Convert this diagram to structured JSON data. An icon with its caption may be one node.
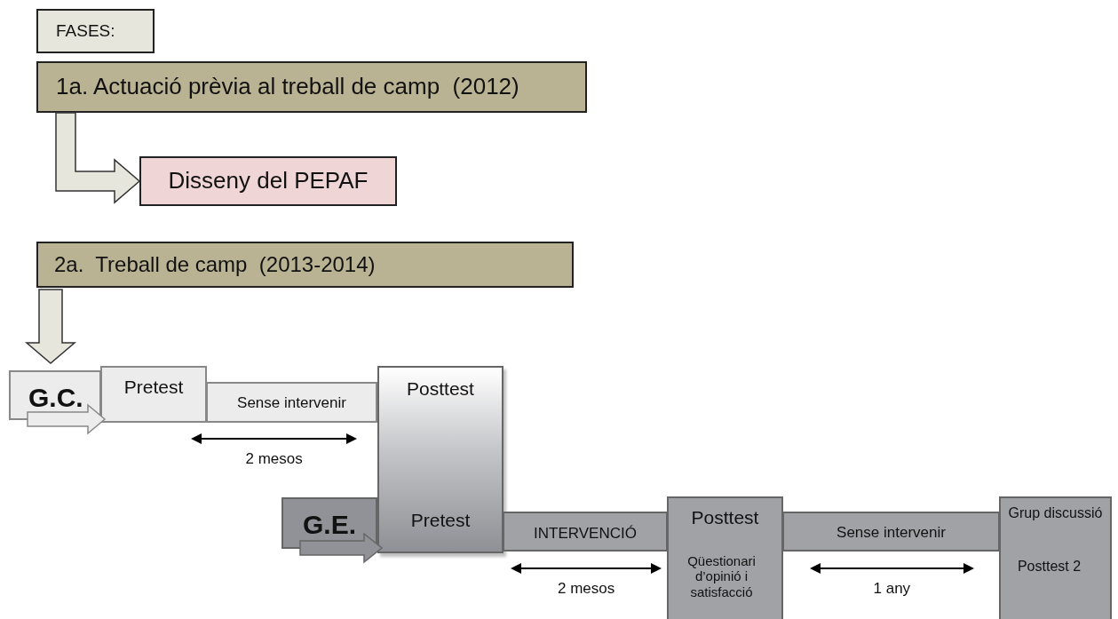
{
  "diagram": {
    "nodes": [
      {
        "text": [
          "FASES:"
        ]
      },
      {
        "text": [
          "1a. Actuació prèvia al treball de camp  (2012)"
        ]
      },
      {
        "text": [
          "Disseny del PEPAF"
        ]
      },
      {
        "text": [
          "2a.  Treball de camp  (2013-2014)"
        ]
      },
      {
        "text": [
          "G.C."
        ]
      },
      {
        "text": [
          "Pretest"
        ]
      },
      {
        "text": [
          "Sense intervenir"
        ]
      },
      {
        "text": [
          "Posttest",
          "Pretest"
        ]
      },
      {
        "text": [
          "G.E."
        ]
      },
      {
        "text": [
          "INTERVENCIÓ"
        ]
      },
      {
        "text": [
          "Posttest",
          "Qüestionari d’opinió i satisfacció"
        ]
      },
      {
        "text": [
          "Sense intervenir"
        ]
      },
      {
        "text": [
          "Grup discussió",
          "Posttest 2"
        ]
      }
    ],
    "edges": [
      {
        "from": 1,
        "to": 2,
        "arrow": "to"
      },
      {
        "from": 3,
        "to": 4,
        "arrow": "to"
      },
      {
        "from": 4,
        "to": 5,
        "arrow": "to"
      },
      {
        "from": 8,
        "to": 7,
        "arrow": "to"
      }
    ],
    "labels": [
      "2 mesos",
      "2 mesos",
      "1 any"
    ]
  }
}
